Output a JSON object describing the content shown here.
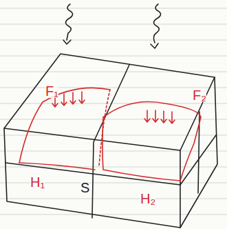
{
  "diagram": {
    "labels": [
      "F₁",
      "F₂",
      "H₁",
      "S",
      "H₂"
    ]
  }
}
